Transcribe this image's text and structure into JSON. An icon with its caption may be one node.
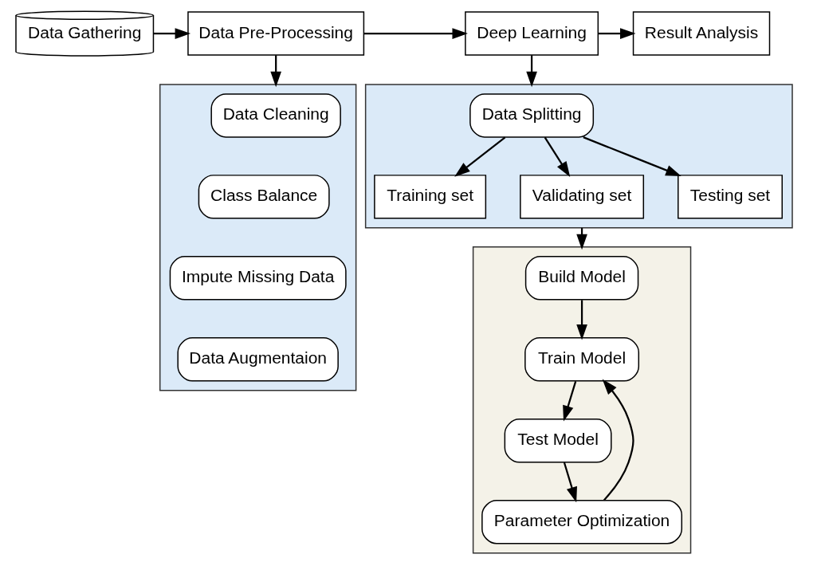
{
  "diagram": {
    "nodes": [
      {
        "text": [
          "Data Gathering"
        ]
      },
      {
        "text": [
          "Data Pre-Processing"
        ]
      },
      {
        "text": [
          "Deep Learning"
        ]
      },
      {
        "text": [
          "Result Analysis"
        ]
      },
      {
        "text": [],
        "shape": "box"
      },
      {
        "text": [
          "Data Cleaning"
        ],
        "in": 4
      },
      {
        "text": [
          "Class Balance"
        ],
        "in": 4
      },
      {
        "text": [
          "Impute Missing Data"
        ],
        "in": 4
      },
      {
        "text": [
          "Data Augmentaion"
        ],
        "in": 4
      },
      {
        "text": [],
        "shape": "box"
      },
      {
        "text": [
          "Data Splitting"
        ],
        "in": 9
      },
      {
        "text": [
          "Training set"
        ],
        "in": 9
      },
      {
        "text": [
          "Validating set"
        ],
        "in": 9
      },
      {
        "text": [
          "Testing set"
        ],
        "in": 9
      },
      {
        "text": [],
        "shape": "box"
      },
      {
        "text": [
          "Build Model"
        ],
        "in": 14
      },
      {
        "text": [
          "Train Model"
        ],
        "in": 14
      },
      {
        "text": [
          "Test Model"
        ],
        "in": 14
      },
      {
        "text": [
          "Parameter Optimization"
        ],
        "in": 14
      }
    ],
    "edges": [
      {
        "from": 0,
        "to": 1,
        "arrow": "to"
      },
      {
        "from": 1,
        "to": 2,
        "arrow": "to"
      },
      {
        "from": 2,
        "to": 3,
        "arrow": "to"
      },
      {
        "from": 1,
        "to": 4,
        "arrow": "to"
      },
      {
        "from": 2,
        "to": 9,
        "arrow": "to"
      },
      {
        "from": 10,
        "to": 11,
        "arrow": "to"
      },
      {
        "from": 10,
        "to": 12,
        "arrow": "to"
      },
      {
        "from": 10,
        "to": 13,
        "arrow": "to"
      },
      {
        "from": 9,
        "to": 14,
        "arrow": "to"
      },
      {
        "from": 15,
        "to": 16,
        "arrow": "to"
      },
      {
        "from": 16,
        "to": 17,
        "arrow": "to"
      },
      {
        "from": 17,
        "to": 18,
        "arrow": "to"
      },
      {
        "from": 18,
        "to": 16,
        "arrow": "to"
      }
    ]
  }
}
